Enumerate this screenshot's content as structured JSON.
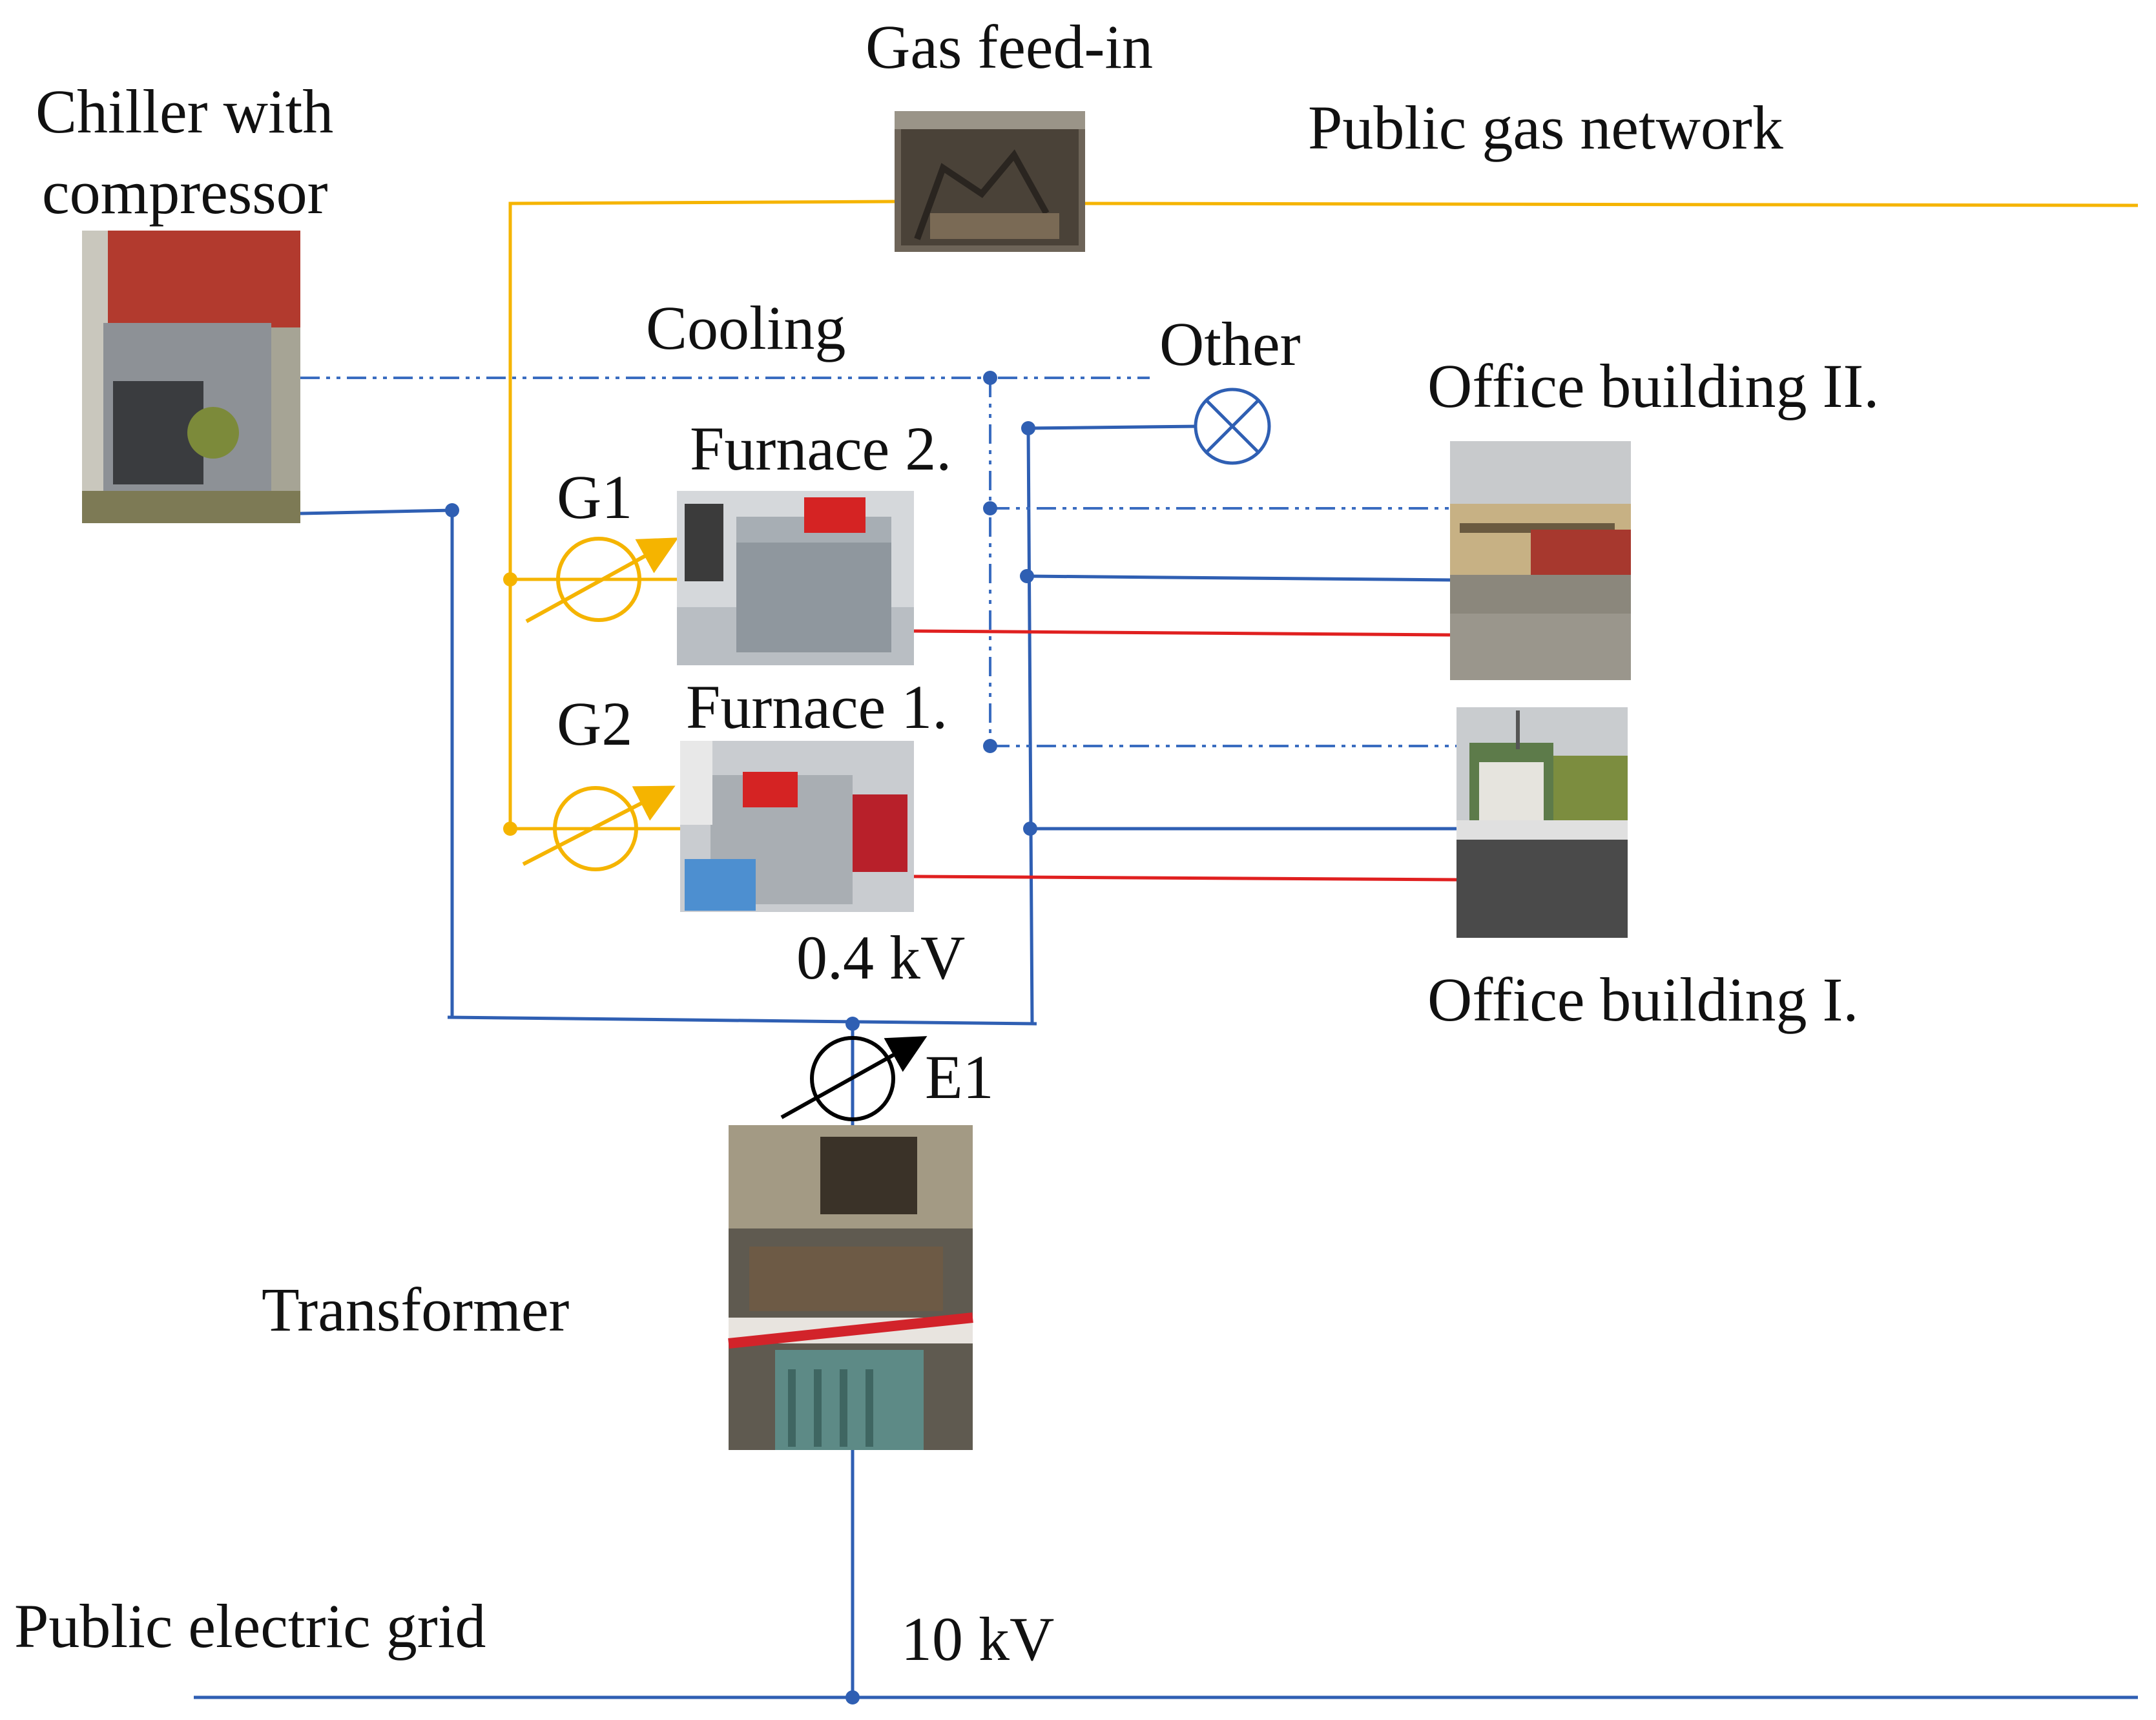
{
  "labels": {
    "gas_feed_in": "Gas feed-in",
    "public_gas_network": "Public gas network",
    "chiller_line1": "Chiller with",
    "chiller_line2": "compressor",
    "cooling": "Cooling",
    "other": "Other",
    "office_building_2": "Office building II.",
    "furnace_2": "Furnace 2.",
    "furnace_1": "Furnace 1.",
    "g1": "G1",
    "g2": "G2",
    "voltage_low": "0.4 kV",
    "office_building_1": "Office building I.",
    "e1": "E1",
    "transformer": "Transformer",
    "public_electric_grid": "Public electric grid",
    "voltage_high": "10 kV"
  },
  "colors": {
    "gas": "#f5b400",
    "electricity": "#2f5fb3",
    "cooling": "#3a6cc0",
    "heating": "#e02020"
  }
}
